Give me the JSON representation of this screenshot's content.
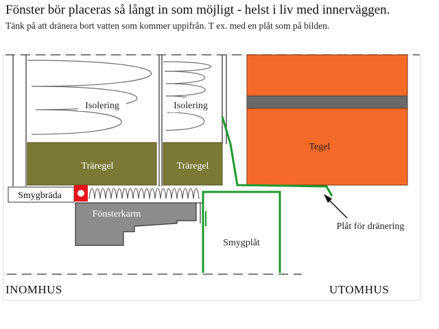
{
  "title": "Fönster bör placeras så långt in som möjligt - helst i liv med innerväggen.",
  "subtitle": "Tänk på att dränera bort vatten som kommer uppifrån. T ex. med en plåt som på bilden.",
  "labels": {
    "isolering_left": "Isolering",
    "isolering_right": "Isolering",
    "traregel_left": "Träregel",
    "traregel_right": "Träregel",
    "tegel": "Tegel",
    "smygbrada": "Smygbräda",
    "fonsterkarm": "Fönsterkarm",
    "smygplat": "Smygplåt",
    "plat_dranering": "Plåt för dränering",
    "inomhus": "INOMHUS",
    "utomhus": "UTOMHUS"
  },
  "colors": {
    "brick": "#F56A28",
    "mortar": "#6B6B6B",
    "timber": "#7A7A35",
    "frame": "#8C8C8C",
    "flashing": "#1C9A2E",
    "seal": "#E8141B"
  }
}
